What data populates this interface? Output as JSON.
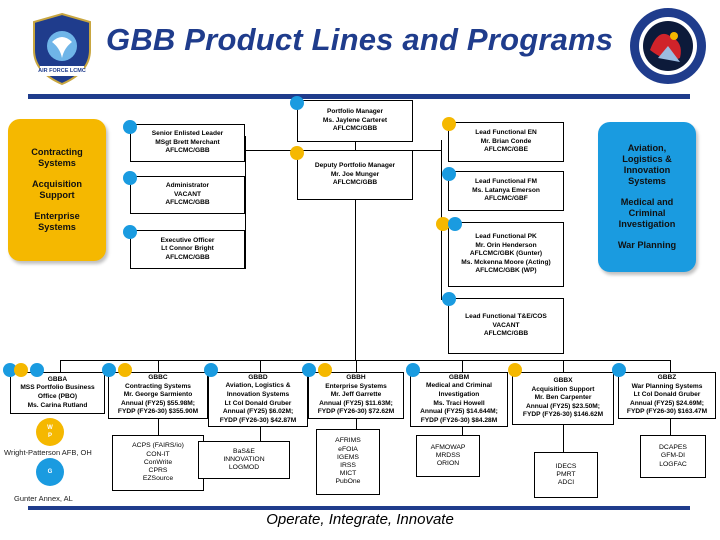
{
  "header": {
    "title": "GBB Product Lines and Programs",
    "left_logo_text": "AIR FORCE LCMC"
  },
  "footer": {
    "tagline": "Operate, Integrate, Innovate"
  },
  "colors": {
    "navy": "#1f3c8c",
    "blue_dot": "#1a9be0",
    "gold_dot": "#f5b800",
    "gold_panel": "#f5b800",
    "blue_panel": "#1a9be0"
  },
  "left_panel": {
    "items": [
      "Contracting Systems",
      "Acquisition Support",
      "Enterprise Systems"
    ]
  },
  "right_panel": {
    "items": [
      "Aviation, Logistics & Innovation Systems",
      "Medical and Criminal Investigation",
      "War Planning"
    ]
  },
  "center": {
    "pm": [
      "Portfolio Manager",
      "Ms. Jaylene Carteret",
      "AFLCMC/GBB"
    ],
    "dpm": [
      "Deputy Portfolio Manager",
      "Mr. Joe Munger",
      "AFLCMC/GBB"
    ]
  },
  "left_staff": [
    [
      "Senior Enlisted Leader",
      "MSgt Brett Merchant",
      "AFLCMC/GBB"
    ],
    [
      "Administrator",
      "VACANT",
      "AFLCMC/GBB"
    ],
    [
      "Executive Officer",
      "Lt Connor Bright",
      "AFLCMC/GBB"
    ]
  ],
  "right_staff": [
    [
      "Lead Functional EN",
      "Mr. Brian Conde",
      "AFLCMC/GBE"
    ],
    [
      "Lead Functional FM",
      "Ms. Latanya Emerson",
      "AFLCMC/GBF"
    ],
    [
      "Lead Functional PK",
      "Mr. Orin Henderson",
      "AFLCMC/GBK (Gunter)",
      "Ms. Mckenna Moore (Acting)",
      "AFLCMC/GBK (WP)"
    ],
    [
      "Lead Functional T&E/COS",
      "VACANT",
      "AFLCMC/GBB"
    ]
  ],
  "divisions": [
    [
      "GBBA",
      "MSS Portfolio Business",
      "Office (PBO)",
      "Ms. Carina Rutland"
    ],
    [
      "GBBC",
      "Contracting Systems",
      "Mr. George Sarmiento",
      "Annual (FY25) $55.98M;",
      "FYDP (FY26-30) $355.90M"
    ],
    [
      "GBBD",
      "Aviation, Logistics &",
      "Innovation Systems",
      "Lt Col Donald Gruber",
      "Annual (FY25) $6.02M;",
      "FYDP (FY26-30) $42.87M"
    ],
    [
      "GBBH",
      "Enterprise Systems",
      "Mr. Jeff Garrette",
      "Annual (FY25) $11.63M;",
      "FYDP (FY26-30) $72.62M"
    ],
    [
      "GBBM",
      "Medical and Criminal",
      "Investigation",
      "Ms. Traci Howell",
      "Annual (FY25) $14.644M;",
      "FYDP (FY26-30) $84.28M"
    ],
    [
      "GBBX",
      "Acquisition Support",
      "Mr. Ben Carpenter",
      "Annual (FY25) $23.50M;",
      "FYDP (FY26-30) $146.62M"
    ],
    [
      "GBBZ",
      "War Planning Systems",
      "Lt Col Donald Gruber",
      "Annual (FY25) $24.69M;",
      "FYDP (FY26-30) $163.47M"
    ]
  ],
  "programs": [
    [
      "ACPS (FAIRS/io)",
      "CON-IT",
      "ConWrite",
      "CPRS",
      "EZSource"
    ],
    [
      "BaS&E",
      "INNOVATION",
      "LOGMOD"
    ],
    [
      "AFRIMS",
      "eFOIA",
      "IGEMS",
      "IRSS",
      "MICT",
      "PubOne"
    ],
    [
      "AFMOWAP",
      "MRDSS",
      "ORION"
    ],
    [
      "IDECS",
      "PMRT",
      "ADCI"
    ],
    [
      "DCAPES",
      "GFM-DI",
      "LOGFAC"
    ]
  ],
  "legend": {
    "wp_letters": [
      "W",
      "P"
    ],
    "wp_label": "Wright-Patterson AFB, OH",
    "g_letter": "G",
    "g_label": "Gunter Annex, AL"
  }
}
